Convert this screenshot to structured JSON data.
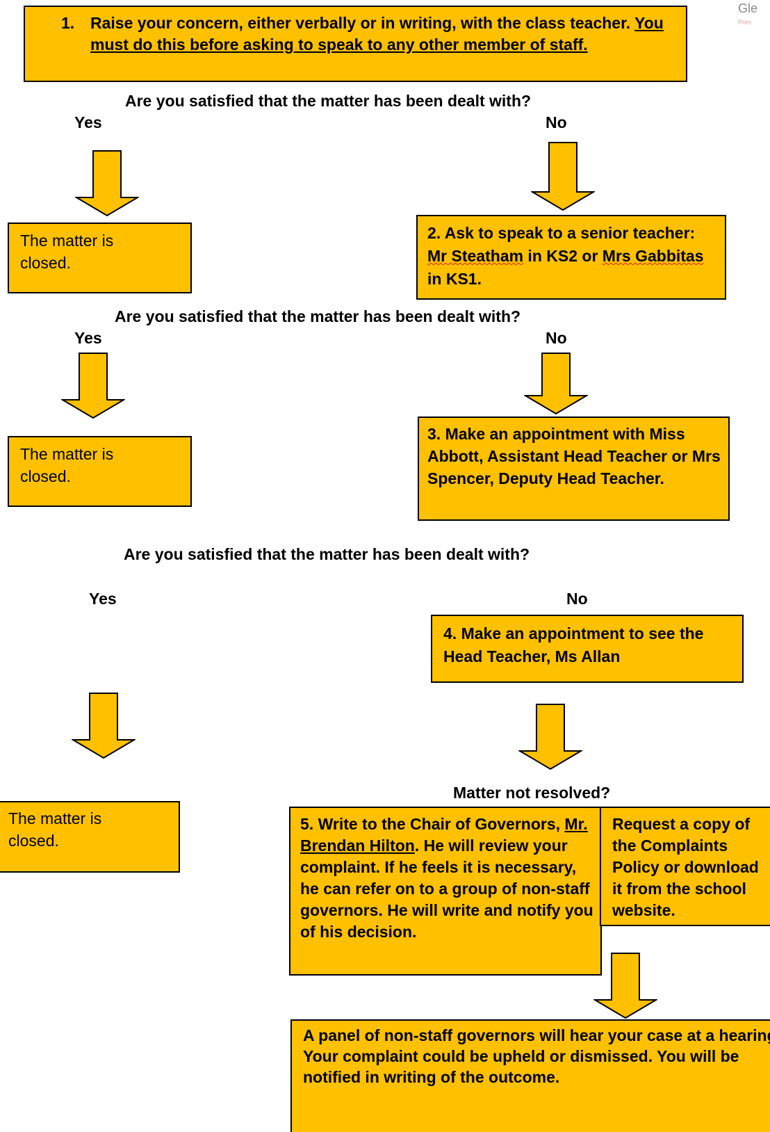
{
  "logo": {
    "line1": "Gle",
    "line2": "Prim"
  },
  "step1": {
    "number": "1.",
    "text": "Raise your concern, either verbally or in writing, with the class teacher. ",
    "underlined": "You must do this before asking to speak to any other member of staff."
  },
  "question1": "Are you satisfied that the matter has been dealt with?",
  "question2": "Are you satisfied that the matter has been dealt with?",
  "question3": "Are you satisfied that the matter has been dealt with?",
  "yes_label": "Yes",
  "no_label": "No",
  "closed_text": "The matter is closed.",
  "step2": {
    "prefix": "2. Ask to speak to a senior teacher: ",
    "name1": "Mr Steatham",
    "mid": " in KS2 or ",
    "name2": "Mrs Gabbitas",
    "suffix": " in KS1."
  },
  "step3": "3. Make an appointment with Miss Abbott, Assistant Head Teacher or Mrs Spencer, Deputy Head Teacher.",
  "step4": "4. Make an appointment to see the Head Teacher, Ms Allan",
  "not_resolved": "Matter not resolved?",
  "step5": {
    "prefix": "5. Write to the Chair of Governors, ",
    "chair": "Mr. Brendan Hilton",
    "suffix": ". He will review your complaint. If he feels it is necessary, he can refer on to a group of non-staff governors. He will write and notify you of his decision."
  },
  "request_copy": "Request a copy of the Complaints Policy or download it from the school website.",
  "panel": "A panel of non-staff governors will hear your case at a hearing. Your complaint could be upheld or dismissed. You will be notified in writing of the outcome."
}
